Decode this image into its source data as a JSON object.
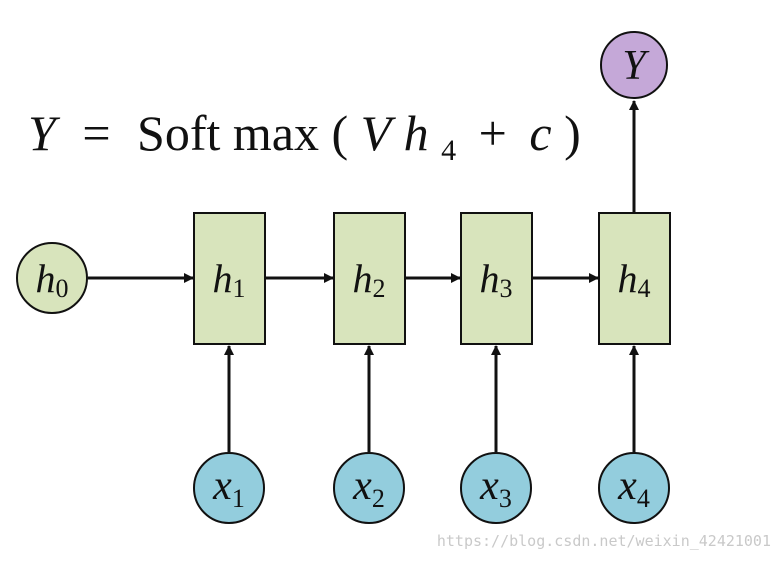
{
  "formula": {
    "lhs": "Y",
    "eq": "=",
    "fn": "Soft max",
    "open": "(",
    "v": "V",
    "h": "h",
    "h_sub": "4",
    "plus": "+",
    "c": "c",
    "close": ")"
  },
  "initial_state": {
    "letter": "h",
    "sub": "0"
  },
  "hidden_states": [
    {
      "letter": "h",
      "sub": "1"
    },
    {
      "letter": "h",
      "sub": "2"
    },
    {
      "letter": "h",
      "sub": "3"
    },
    {
      "letter": "h",
      "sub": "4"
    }
  ],
  "inputs": [
    {
      "letter": "x",
      "sub": "1"
    },
    {
      "letter": "x",
      "sub": "2"
    },
    {
      "letter": "x",
      "sub": "3"
    },
    {
      "letter": "x",
      "sub": "4"
    }
  ],
  "output": {
    "letter": "Y"
  },
  "watermark": "https://blog.csdn.net/weixin_42421001",
  "colors": {
    "hidden_fill": "#d8e4bc",
    "initial_fill": "#d8e4bc",
    "input_fill": "#93cddd",
    "output_fill": "#c5a8d8",
    "stroke": "#111111"
  }
}
